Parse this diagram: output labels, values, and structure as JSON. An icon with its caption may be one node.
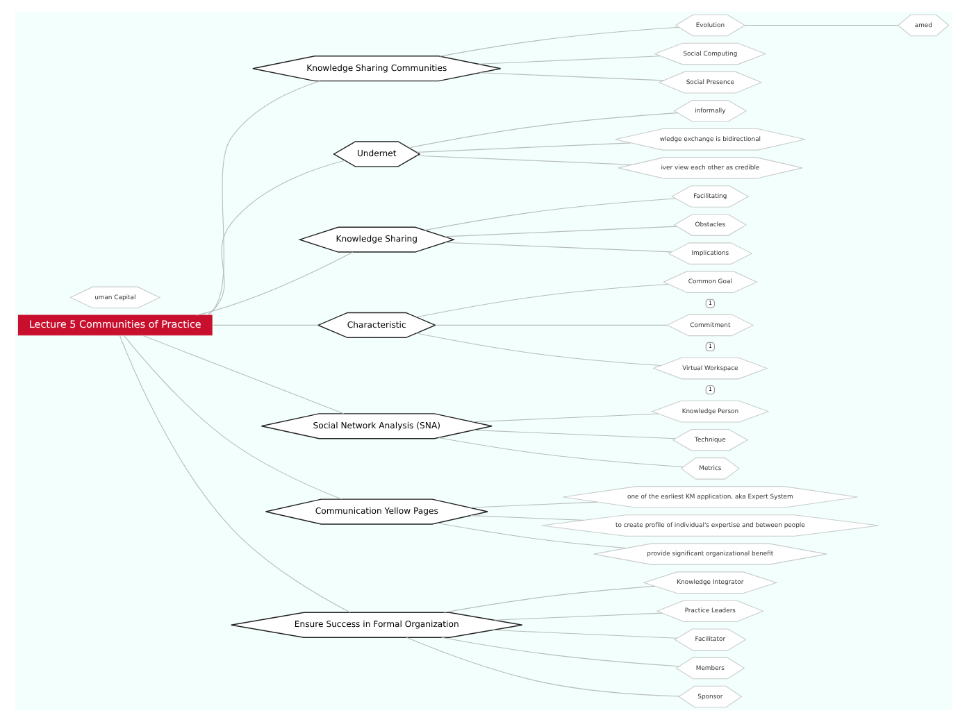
{
  "diagram": {
    "nodes": [
      {
        "text": [
          "Lecture 5 Communities of Practice"
        ]
      },
      {
        "text": [
          "Knowledge Sharing Communities"
        ]
      },
      {
        "text": [
          "Evolution"
        ]
      },
      {
        "text": [
          "amed"
        ]
      },
      {
        "text": [
          "Social Computing"
        ]
      },
      {
        "text": [
          "Social Presence"
        ]
      },
      {
        "text": [
          "Undernet"
        ]
      },
      {
        "text": [
          "informally"
        ]
      },
      {
        "text": [
          "wledge exchange is bidirectional"
        ]
      },
      {
        "text": [
          "iver view each other as credible"
        ]
      },
      {
        "text": [
          "Knowledge Sharing"
        ]
      },
      {
        "text": [
          "Facilitating"
        ]
      },
      {
        "text": [
          "Obstacles"
        ]
      },
      {
        "text": [
          "Implications"
        ]
      },
      {
        "text": [
          "uman Capital"
        ]
      },
      {
        "text": [
          "Characteristic"
        ]
      },
      {
        "text": [
          "Common Goal"
        ],
        "beside": [
          "1"
        ]
      },
      {
        "text": [
          "Commitment"
        ],
        "beside": [
          "1"
        ]
      },
      {
        "text": [
          "Virtual Workspace"
        ],
        "beside": [
          "1"
        ]
      },
      {
        "text": [
          "Social Network Analysis (SNA)"
        ]
      },
      {
        "text": [
          "Knowledge Person"
        ]
      },
      {
        "text": [
          "Technique"
        ]
      },
      {
        "text": [
          "Metrics"
        ]
      },
      {
        "text": [
          "Communication Yellow Pages"
        ]
      },
      {
        "text": [
          "one of the earliest KM application, aka Expert System"
        ]
      },
      {
        "text": [
          "to create profile of individual's expertise and between people"
        ]
      },
      {
        "text": [
          "provide significant organizational benefit"
        ]
      },
      {
        "text": [
          "Ensure Success in Formal Organization"
        ]
      },
      {
        "text": [
          "Knowledge Integrator"
        ]
      },
      {
        "text": [
          "Practice Leaders"
        ]
      },
      {
        "text": [
          "Facilitator"
        ]
      },
      {
        "text": [
          "Members"
        ]
      },
      {
        "text": [
          "Sponsor"
        ]
      }
    ],
    "edges": [
      {
        "from": 0,
        "to": 1,
        "arrow": "none"
      },
      {
        "from": 1,
        "to": 2,
        "arrow": "none"
      },
      {
        "from": 2,
        "to": 3,
        "arrow": "none"
      },
      {
        "from": 1,
        "to": 4,
        "arrow": "none"
      },
      {
        "from": 1,
        "to": 5,
        "arrow": "none"
      },
      {
        "from": 0,
        "to": 6,
        "arrow": "none"
      },
      {
        "from": 6,
        "to": 7,
        "arrow": "none"
      },
      {
        "from": 6,
        "to": 8,
        "arrow": "none"
      },
      {
        "from": 6,
        "to": 9,
        "arrow": "none"
      },
      {
        "from": 0,
        "to": 10,
        "arrow": "none"
      },
      {
        "from": 10,
        "to": 11,
        "arrow": "none"
      },
      {
        "from": 10,
        "to": 12,
        "arrow": "none"
      },
      {
        "from": 10,
        "to": 13,
        "arrow": "none"
      },
      {
        "from": 0,
        "to": 15,
        "arrow": "none"
      },
      {
        "from": 15,
        "to": 16,
        "arrow": "none"
      },
      {
        "from": 15,
        "to": 17,
        "arrow": "none"
      },
      {
        "from": 15,
        "to": 18,
        "arrow": "none"
      },
      {
        "from": 0,
        "to": 19,
        "arrow": "none"
      },
      {
        "from": 19,
        "to": 20,
        "arrow": "none"
      },
      {
        "from": 19,
        "to": 21,
        "arrow": "none"
      },
      {
        "from": 19,
        "to": 22,
        "arrow": "none"
      },
      {
        "from": 0,
        "to": 23,
        "arrow": "none"
      },
      {
        "from": 23,
        "to": 24,
        "arrow": "none"
      },
      {
        "from": 23,
        "to": 25,
        "arrow": "none"
      },
      {
        "from": 23,
        "to": 26,
        "arrow": "none"
      },
      {
        "from": 0,
        "to": 27,
        "arrow": "none"
      },
      {
        "from": 27,
        "to": 28,
        "arrow": "none"
      },
      {
        "from": 27,
        "to": 29,
        "arrow": "none"
      },
      {
        "from": 27,
        "to": 30,
        "arrow": "none"
      },
      {
        "from": 27,
        "to": 31,
        "arrow": "none"
      },
      {
        "from": 27,
        "to": 32,
        "arrow": "none"
      }
    ]
  }
}
